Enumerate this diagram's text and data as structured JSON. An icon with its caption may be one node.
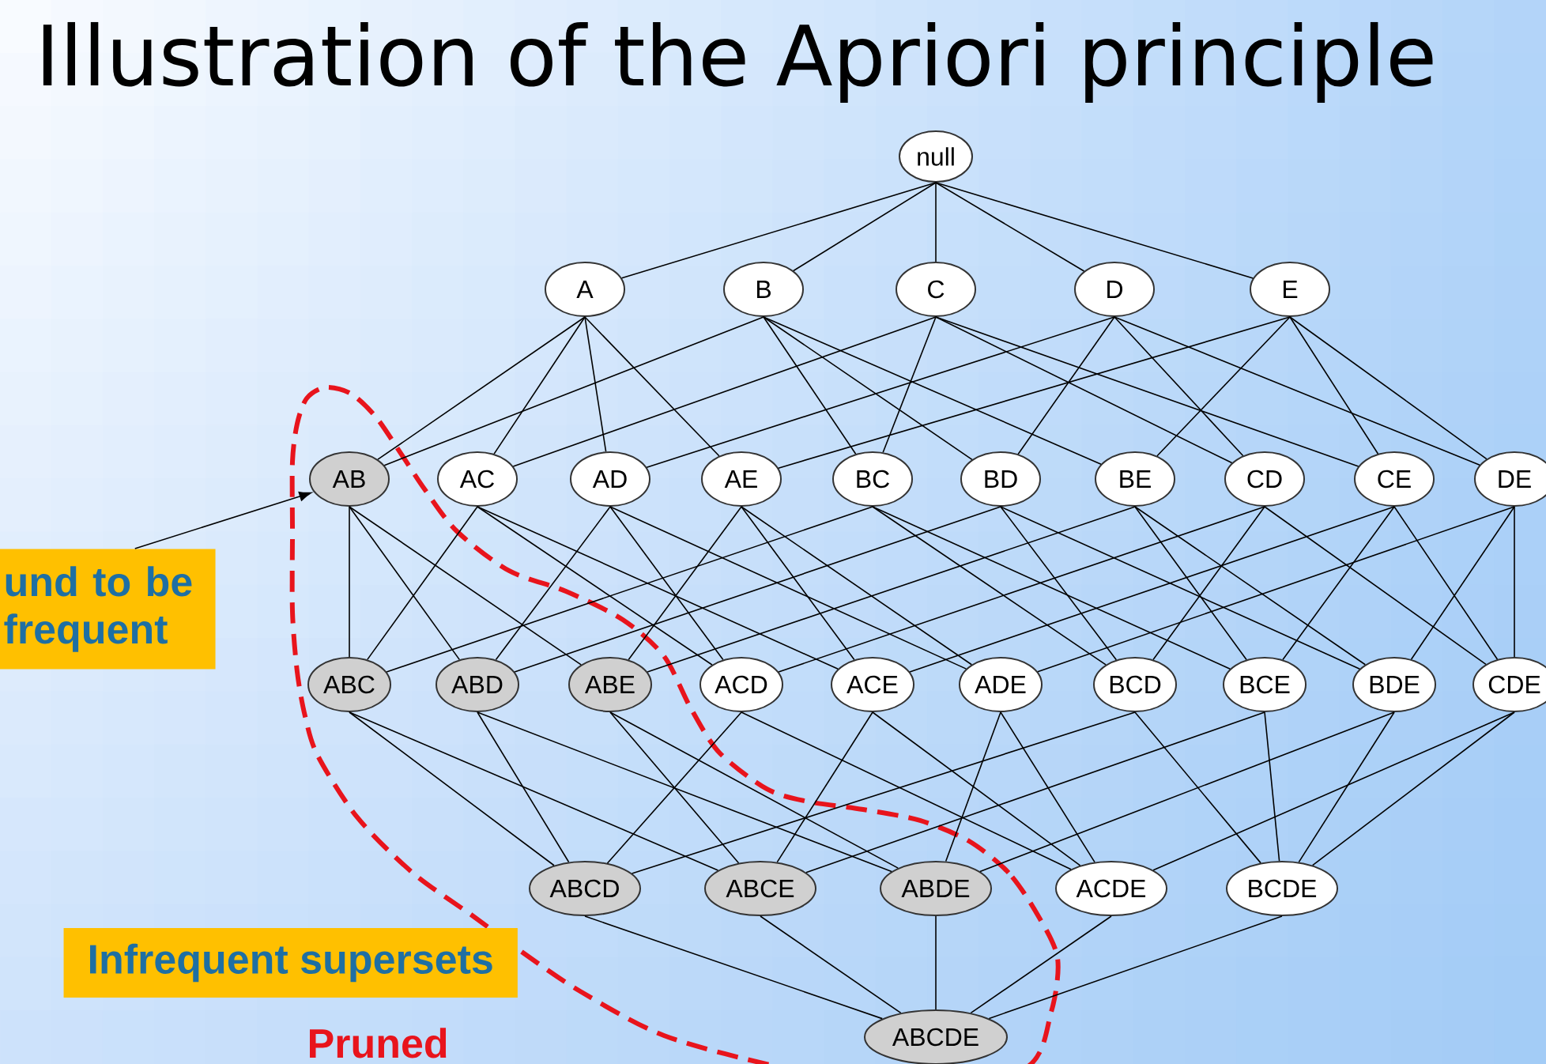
{
  "diagram": {
    "title": "Illustration of the Apriori principle",
    "nodes": [
      {
        "text": [
          "null"
        ]
      },
      {
        "text": [
          "A"
        ]
      },
      {
        "text": [
          "B"
        ]
      },
      {
        "text": [
          "C"
        ]
      },
      {
        "text": [
          "D"
        ]
      },
      {
        "text": [
          "E"
        ]
      },
      {
        "text": [
          "AB"
        ]
      },
      {
        "text": [
          "AC"
        ]
      },
      {
        "text": [
          "AD"
        ]
      },
      {
        "text": [
          "AE"
        ]
      },
      {
        "text": [
          "BC"
        ]
      },
      {
        "text": [
          "BD"
        ]
      },
      {
        "text": [
          "BE"
        ]
      },
      {
        "text": [
          "CD"
        ]
      },
      {
        "text": [
          "CE"
        ]
      },
      {
        "text": [
          "DE"
        ]
      },
      {
        "text": [
          "ABC"
        ]
      },
      {
        "text": [
          "ABD"
        ]
      },
      {
        "text": [
          "ABE"
        ]
      },
      {
        "text": [
          "ACD"
        ]
      },
      {
        "text": [
          "ACE"
        ]
      },
      {
        "text": [
          "ADE"
        ]
      },
      {
        "text": [
          "BCD"
        ]
      },
      {
        "text": [
          "BCE"
        ]
      },
      {
        "text": [
          "BDE"
        ]
      },
      {
        "text": [
          "CDE"
        ]
      },
      {
        "text": [
          "ABCD"
        ]
      },
      {
        "text": [
          "ABCE"
        ]
      },
      {
        "text": [
          "ABDE"
        ]
      },
      {
        "text": [
          "ACDE"
        ]
      },
      {
        "text": [
          "BCDE"
        ]
      },
      {
        "text": [
          "ABCDE"
        ]
      },
      {
        "text": [
          "und to be frequent"
        ]
      },
      {
        "text": [
          "Infrequent supersets"
        ]
      }
    ],
    "edges": [
      {
        "from": 0,
        "to": 1,
        "arrow": "none"
      },
      {
        "from": 0,
        "to": 2,
        "arrow": "none"
      },
      {
        "from": 0,
        "to": 3,
        "arrow": "none"
      },
      {
        "from": 0,
        "to": 4,
        "arrow": "none"
      },
      {
        "from": 0,
        "to": 5,
        "arrow": "none"
      },
      {
        "from": 1,
        "to": 6,
        "arrow": "none"
      },
      {
        "from": 1,
        "to": 7,
        "arrow": "none"
      },
      {
        "from": 1,
        "to": 8,
        "arrow": "none"
      },
      {
        "from": 1,
        "to": 9,
        "arrow": "none"
      },
      {
        "from": 2,
        "to": 6,
        "arrow": "none"
      },
      {
        "from": 2,
        "to": 10,
        "arrow": "none"
      },
      {
        "from": 2,
        "to": 11,
        "arrow": "none"
      },
      {
        "from": 2,
        "to": 12,
        "arrow": "none"
      },
      {
        "from": 3,
        "to": 7,
        "arrow": "none"
      },
      {
        "from": 3,
        "to": 10,
        "arrow": "none"
      },
      {
        "from": 3,
        "to": 13,
        "arrow": "none"
      },
      {
        "from": 3,
        "to": 14,
        "arrow": "none"
      },
      {
        "from": 4,
        "to": 8,
        "arrow": "none"
      },
      {
        "from": 4,
        "to": 11,
        "arrow": "none"
      },
      {
        "from": 4,
        "to": 13,
        "arrow": "none"
      },
      {
        "from": 4,
        "to": 15,
        "arrow": "none"
      },
      {
        "from": 5,
        "to": 9,
        "arrow": "none"
      },
      {
        "from": 5,
        "to": 12,
        "arrow": "none"
      },
      {
        "from": 5,
        "to": 14,
        "arrow": "none"
      },
      {
        "from": 5,
        "to": 15,
        "arrow": "none"
      },
      {
        "from": 6,
        "to": 16,
        "arrow": "none"
      },
      {
        "from": 6,
        "to": 17,
        "arrow": "none"
      },
      {
        "from": 6,
        "to": 18,
        "arrow": "none"
      },
      {
        "from": 7,
        "to": 16,
        "arrow": "none"
      },
      {
        "from": 7,
        "to": 19,
        "arrow": "none"
      },
      {
        "from": 7,
        "to": 20,
        "arrow": "none"
      },
      {
        "from": 8,
        "to": 17,
        "arrow": "none"
      },
      {
        "from": 8,
        "to": 19,
        "arrow": "none"
      },
      {
        "from": 8,
        "to": 21,
        "arrow": "none"
      },
      {
        "from": 9,
        "to": 18,
        "arrow": "none"
      },
      {
        "from": 9,
        "to": 20,
        "arrow": "none"
      },
      {
        "from": 9,
        "to": 21,
        "arrow": "none"
      },
      {
        "from": 10,
        "to": 16,
        "arrow": "none"
      },
      {
        "from": 10,
        "to": 22,
        "arrow": "none"
      },
      {
        "from": 10,
        "to": 23,
        "arrow": "none"
      },
      {
        "from": 11,
        "to": 17,
        "arrow": "none"
      },
      {
        "from": 11,
        "to": 22,
        "arrow": "none"
      },
      {
        "from": 11,
        "to": 24,
        "arrow": "none"
      },
      {
        "from": 12,
        "to": 18,
        "arrow": "none"
      },
      {
        "from": 12,
        "to": 23,
        "arrow": "none"
      },
      {
        "from": 12,
        "to": 24,
        "arrow": "none"
      },
      {
        "from": 13,
        "to": 19,
        "arrow": "none"
      },
      {
        "from": 13,
        "to": 22,
        "arrow": "none"
      },
      {
        "from": 13,
        "to": 25,
        "arrow": "none"
      },
      {
        "from": 14,
        "to": 20,
        "arrow": "none"
      },
      {
        "from": 14,
        "to": 23,
        "arrow": "none"
      },
      {
        "from": 14,
        "to": 25,
        "arrow": "none"
      },
      {
        "from": 15,
        "to": 21,
        "arrow": "none"
      },
      {
        "from": 15,
        "to": 24,
        "arrow": "none"
      },
      {
        "from": 15,
        "to": 25,
        "arrow": "none"
      },
      {
        "from": 16,
        "to": 26,
        "arrow": "none"
      },
      {
        "from": 16,
        "to": 27,
        "arrow": "none"
      },
      {
        "from": 17,
        "to": 26,
        "arrow": "none"
      },
      {
        "from": 17,
        "to": 28,
        "arrow": "none"
      },
      {
        "from": 18,
        "to": 27,
        "arrow": "none"
      },
      {
        "from": 18,
        "to": 28,
        "arrow": "none"
      },
      {
        "from": 19,
        "to": 26,
        "arrow": "none"
      },
      {
        "from": 19,
        "to": 29,
        "arrow": "none"
      },
      {
        "from": 20,
        "to": 27,
        "arrow": "none"
      },
      {
        "from": 20,
        "to": 29,
        "arrow": "none"
      },
      {
        "from": 21,
        "to": 28,
        "arrow": "none"
      },
      {
        "from": 21,
        "to": 29,
        "arrow": "none"
      },
      {
        "from": 22,
        "to": 26,
        "arrow": "none"
      },
      {
        "from": 22,
        "to": 30,
        "arrow": "none"
      },
      {
        "from": 23,
        "to": 27,
        "arrow": "none"
      },
      {
        "from": 23,
        "to": 30,
        "arrow": "none"
      },
      {
        "from": 24,
        "to": 28,
        "arrow": "none"
      },
      {
        "from": 24,
        "to": 30,
        "arrow": "none"
      },
      {
        "from": 25,
        "to": 29,
        "arrow": "none"
      },
      {
        "from": 25,
        "to": 30,
        "arrow": "none"
      },
      {
        "from": 26,
        "to": 31,
        "arrow": "none"
      },
      {
        "from": 27,
        "to": 31,
        "arrow": "none"
      },
      {
        "from": 28,
        "to": 31,
        "arrow": "none"
      },
      {
        "from": 29,
        "to": 31,
        "arrow": "none"
      },
      {
        "from": 30,
        "to": 31,
        "arrow": "none"
      },
      {
        "from": 32,
        "to": 6,
        "arrow": "to"
      }
    ],
    "labels": [
      "Pruned"
    ]
  }
}
